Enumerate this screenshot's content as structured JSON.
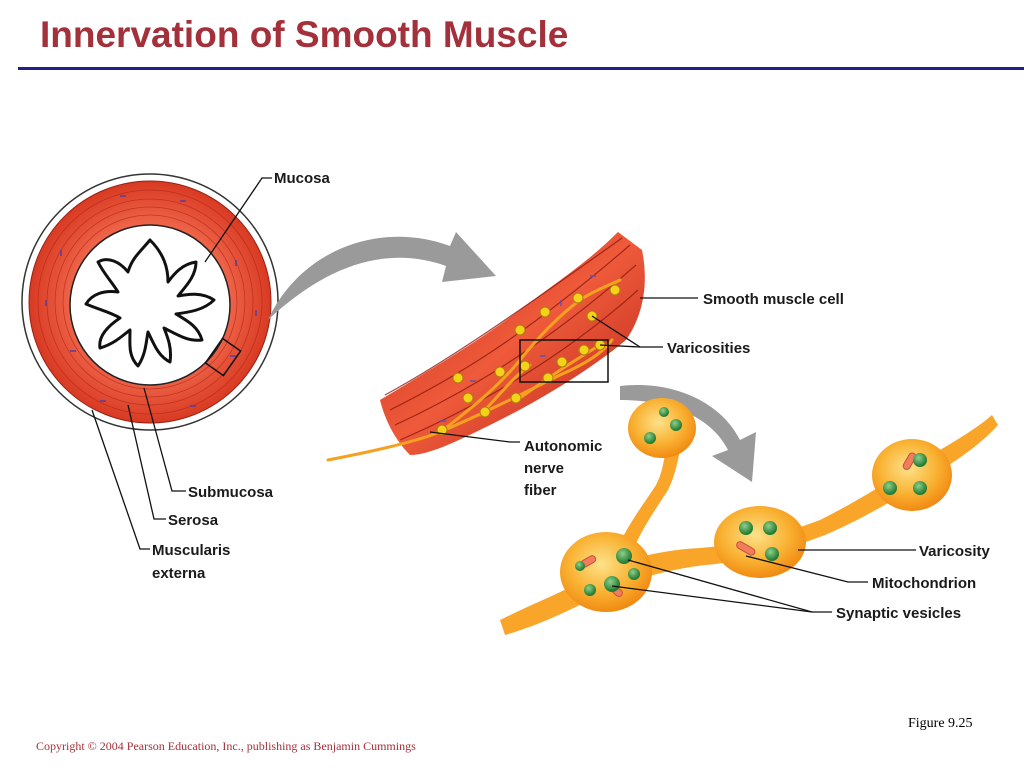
{
  "slide": {
    "title": "Innervation of Smooth Muscle",
    "figure_number": "Figure 9.25",
    "copyright": "Copyright © 2004 Pearson Education, Inc., publishing as Benjamin Cummings"
  },
  "labels": {
    "mucosa": "Mucosa",
    "submucosa": "Submucosa",
    "serosa": "Serosa",
    "muscularis_1": "Muscularis",
    "muscularis_2": "externa",
    "smooth_muscle_cell": "Smooth muscle cell",
    "varicosities": "Varicosities",
    "nerve_1": "Autonomic",
    "nerve_2": "nerve",
    "nerve_3": "fiber",
    "varicosity": "Varicosity",
    "mitochondrion": "Mitochondrion",
    "synaptic_vesicles": "Synaptic vesicles"
  },
  "colors": {
    "title": "#a3303a",
    "rule": "#1f1f8f",
    "muscle": "#e8432a",
    "nerve": "#f7a21b",
    "vesicle": "#2f8f3a",
    "arrow": "#8c8c8c"
  }
}
